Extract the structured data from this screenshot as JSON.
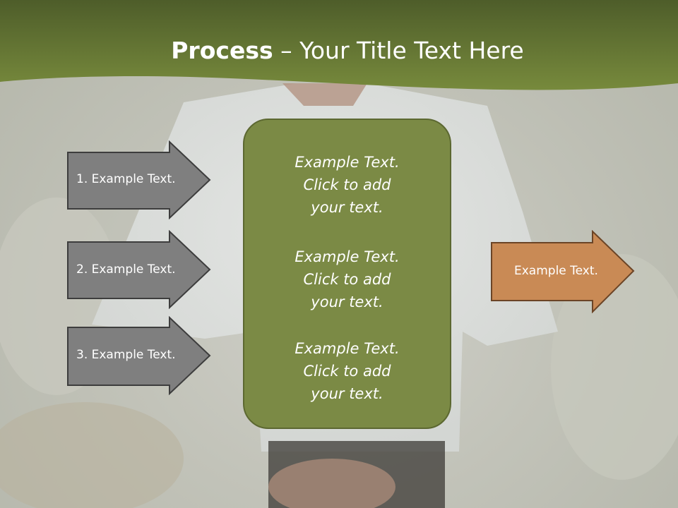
{
  "title": {
    "bold": "Process",
    "rest": " – Your Title Text Here"
  },
  "left_arrows": [
    {
      "label": "1. Example Text."
    },
    {
      "label": "2. Example Text."
    },
    {
      "label": "3. Example Text."
    }
  ],
  "center_blocks": [
    {
      "lines": [
        "Example Text.",
        "Click  to add",
        "your text."
      ]
    },
    {
      "lines": [
        "Example Text.",
        "Click  to add",
        "your text."
      ]
    },
    {
      "lines": [
        "Example Text.",
        "Click  to add",
        "your text."
      ]
    }
  ],
  "right_arrow": {
    "label": "Example Text."
  },
  "colors": {
    "header_green": "#6f7f3a",
    "left_arrow_fill": "#7f7f7f",
    "center_box_fill": "#7b8a45",
    "right_arrow_fill": "#c98a55"
  }
}
